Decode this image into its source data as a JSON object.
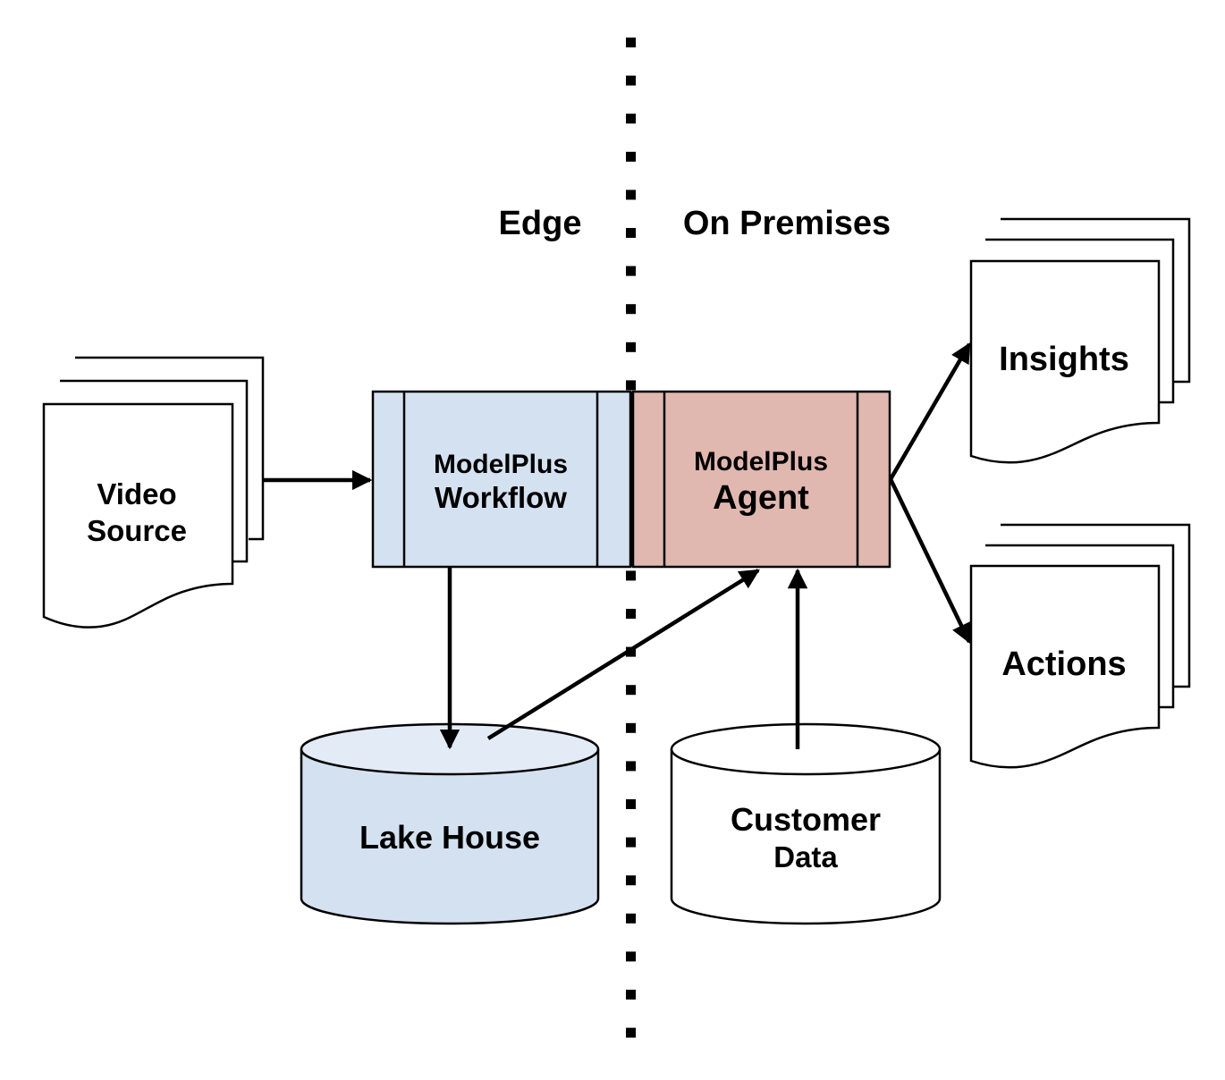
{
  "zones": {
    "left_label": "Edge",
    "right_label": "On Premises"
  },
  "nodes": {
    "video_source": {
      "line1": "Video",
      "line2": "Source",
      "shape": "multi-document"
    },
    "workflow": {
      "line1": "ModelPlus",
      "line2": "Workflow",
      "shape": "process",
      "fill": "#d4e1f0"
    },
    "agent": {
      "line1": "ModelPlus",
      "line2": "Agent",
      "shape": "process",
      "fill": "#e0b8b0"
    },
    "lake_house": {
      "label": "Lake House",
      "shape": "database",
      "fill": "#d4e1f0",
      "top_fill": "#e3ecf6"
    },
    "customer_data": {
      "line1": "Customer",
      "line2": "Data",
      "shape": "database",
      "fill": "#ffffff"
    },
    "insights": {
      "label": "Insights",
      "shape": "multi-document"
    },
    "actions": {
      "label": "Actions",
      "shape": "multi-document"
    }
  },
  "edges": [
    {
      "from": "video_source",
      "to": "workflow"
    },
    {
      "from": "workflow",
      "to": "lake_house"
    },
    {
      "from": "lake_house",
      "to": "agent"
    },
    {
      "from": "customer_data",
      "to": "agent"
    },
    {
      "from": "agent",
      "to": "insights"
    },
    {
      "from": "agent",
      "to": "actions"
    }
  ]
}
